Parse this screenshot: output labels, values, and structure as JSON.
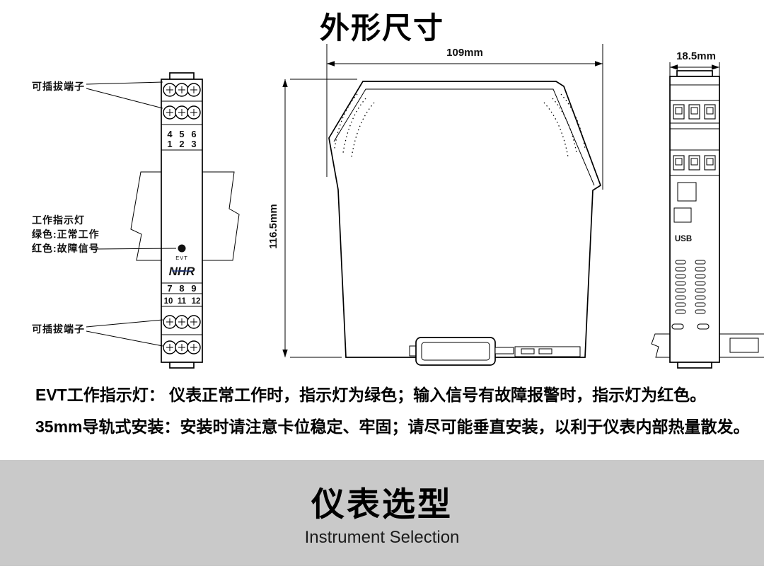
{
  "title": "外形尺寸",
  "colors": {
    "terminal_number_red": "#e8000d",
    "logo_blue": "#1f3b8c",
    "footer_band_gray": "#c9c9c9",
    "line_black": "#000000"
  },
  "front_view": {
    "pluggable_terminal_label_top": "可插拔端子",
    "pluggable_terminal_label_bottom": "可插拔端子",
    "indicator_label": [
      "工作指示灯",
      "绿色:正常工作",
      "红色:故障信号"
    ],
    "top_numbers_row1": [
      "4",
      "5",
      "6"
    ],
    "top_numbers_row2": [
      "1",
      "2",
      "3"
    ],
    "bottom_numbers_row1": [
      "7",
      "8",
      "9"
    ],
    "bottom_numbers_row2": [
      "10",
      "11",
      "12"
    ],
    "evt_label": "EVT",
    "logo_text": "NHR"
  },
  "side_view": {
    "width_dimension": "109mm",
    "height_dimension": "116.5mm"
  },
  "end_view": {
    "width_dimension": "18.5mm",
    "usb_label": "USB"
  },
  "notes": [
    "EVT工作指示灯： 仪表正常工作时，指示灯为绿色；输入信号有故障报警时，指示灯为红色。",
    "35mm导轨式安装：安装时请注意卡位稳定、牢固；请尽可能垂直安装，以利于仪表内部热量散发。"
  ],
  "footer": {
    "title": "仪表选型",
    "subtitle": "Instrument Selection"
  }
}
